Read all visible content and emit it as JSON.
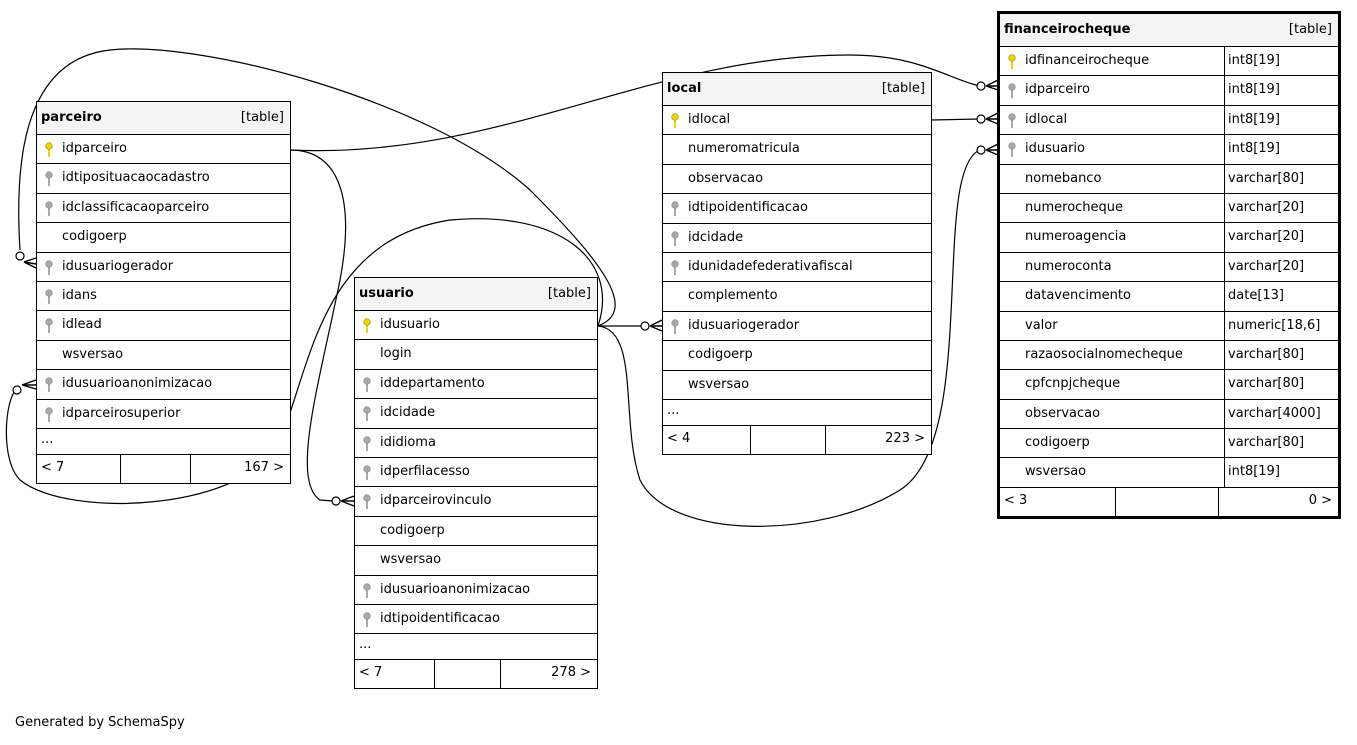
{
  "tables": {
    "parceiro": {
      "name": "parceiro",
      "type": "[table]",
      "columns": [
        {
          "name": "idparceiro",
          "key": "primary"
        },
        {
          "name": "idtiposituacaocadastro",
          "key": "foreign"
        },
        {
          "name": "idclassificacaoparceiro",
          "key": "foreign"
        },
        {
          "name": "codigoerp",
          "key": "none"
        },
        {
          "name": "idusuariogerador",
          "key": "foreign"
        },
        {
          "name": "idans",
          "key": "foreign"
        },
        {
          "name": "idlead",
          "key": "foreign"
        },
        {
          "name": "wsversao",
          "key": "none"
        },
        {
          "name": "idusuarioanonimizacao",
          "key": "foreign"
        },
        {
          "name": "idparceirosuperior",
          "key": "foreign"
        }
      ],
      "more": "...",
      "footer": {
        "left": "< 7",
        "right": "167 >"
      }
    },
    "usuario": {
      "name": "usuario",
      "type": "[table]",
      "columns": [
        {
          "name": "idusuario",
          "key": "primary"
        },
        {
          "name": "login",
          "key": "none"
        },
        {
          "name": "iddepartamento",
          "key": "foreign"
        },
        {
          "name": "idcidade",
          "key": "foreign"
        },
        {
          "name": "ididioma",
          "key": "foreign"
        },
        {
          "name": "idperfilacesso",
          "key": "foreign"
        },
        {
          "name": "idparceirovinculo",
          "key": "foreign"
        },
        {
          "name": "codigoerp",
          "key": "none"
        },
        {
          "name": "wsversao",
          "key": "none"
        },
        {
          "name": "idusuarioanonimizacao",
          "key": "foreign"
        },
        {
          "name": "idtipoidentificacao",
          "key": "foreign"
        }
      ],
      "more": "...",
      "footer": {
        "left": "< 7",
        "right": "278 >"
      }
    },
    "local": {
      "name": "local",
      "type": "[table]",
      "columns": [
        {
          "name": "idlocal",
          "key": "primary"
        },
        {
          "name": "numeromatricula",
          "key": "none"
        },
        {
          "name": "observacao",
          "key": "none"
        },
        {
          "name": "idtipoidentificacao",
          "key": "foreign"
        },
        {
          "name": "idcidade",
          "key": "foreign"
        },
        {
          "name": "idunidadefederativafiscal",
          "key": "foreign"
        },
        {
          "name": "complemento",
          "key": "none"
        },
        {
          "name": "idusuariogerador",
          "key": "foreign"
        },
        {
          "name": "codigoerp",
          "key": "none"
        },
        {
          "name": "wsversao",
          "key": "none"
        }
      ],
      "more": "...",
      "footer": {
        "left": "< 4",
        "right": "223 >"
      }
    },
    "financeirocheque": {
      "name": "financeirocheque",
      "type": "[table]",
      "columns": [
        {
          "name": "idfinanceirocheque",
          "type": "int8[19]",
          "key": "primary"
        },
        {
          "name": "idparceiro",
          "type": "int8[19]",
          "key": "foreign"
        },
        {
          "name": "idlocal",
          "type": "int8[19]",
          "key": "foreign"
        },
        {
          "name": "idusuario",
          "type": "int8[19]",
          "key": "foreign"
        },
        {
          "name": "nomebanco",
          "type": "varchar[80]",
          "key": "none"
        },
        {
          "name": "numerocheque",
          "type": "varchar[20]",
          "key": "none"
        },
        {
          "name": "numeroagencia",
          "type": "varchar[20]",
          "key": "none"
        },
        {
          "name": "numeroconta",
          "type": "varchar[20]",
          "key": "none"
        },
        {
          "name": "datavencimento",
          "type": "date[13]",
          "key": "none"
        },
        {
          "name": "valor",
          "type": "numeric[18,6]",
          "key": "none"
        },
        {
          "name": "razaosocialnomecheque",
          "type": "varchar[80]",
          "key": "none"
        },
        {
          "name": "cpfcnpjcheque",
          "type": "varchar[80]",
          "key": "none"
        },
        {
          "name": "observacao",
          "type": "varchar[4000]",
          "key": "none"
        },
        {
          "name": "codigoerp",
          "type": "varchar[80]",
          "key": "none"
        },
        {
          "name": "wsversao",
          "type": "int8[19]",
          "key": "none"
        }
      ],
      "footer": {
        "left": "< 3",
        "right": "0 >"
      }
    }
  },
  "credit": "Generated by SchemaSpy",
  "colors": {
    "primary_key": "#e6d800",
    "foreign_key": "#a8a8a8",
    "header_bg": "#f4f4f4"
  }
}
